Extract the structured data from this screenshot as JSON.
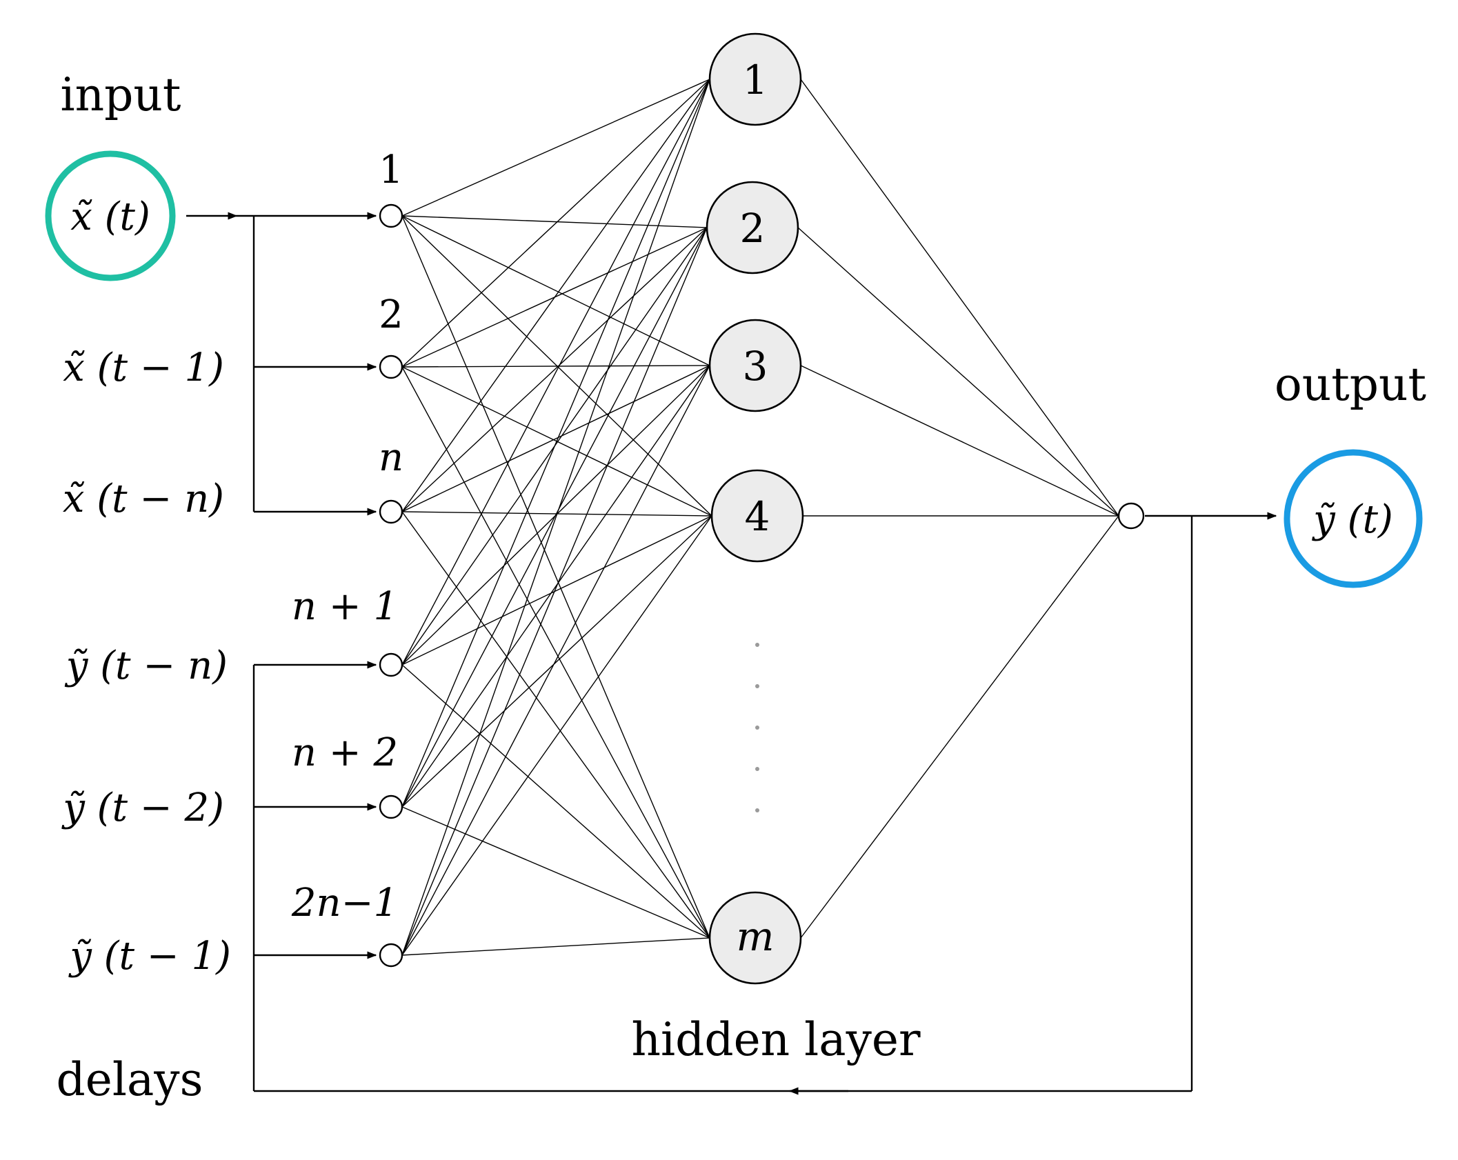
{
  "labels": {
    "input": "input",
    "output": "output",
    "hidden_layer": "hidden layer",
    "delays": "delays"
  },
  "signals": {
    "input_signal": "x̃ (t)",
    "output_signal": "ỹ (t)",
    "inputs": [
      "x̃ (t − 1)",
      "x̃ (t − n)",
      "ỹ (t − n)",
      "ỹ (t − 2)",
      "ỹ (t − 1)"
    ]
  },
  "input_nodes": [
    "1",
    "2",
    "n",
    "n + 1",
    "n + 2",
    "2n−1"
  ],
  "hidden_nodes": [
    "1",
    "2",
    "3",
    "4",
    "m"
  ],
  "colors": {
    "input_ring": "#1fbfa3",
    "output_ring": "#1a9be3"
  }
}
